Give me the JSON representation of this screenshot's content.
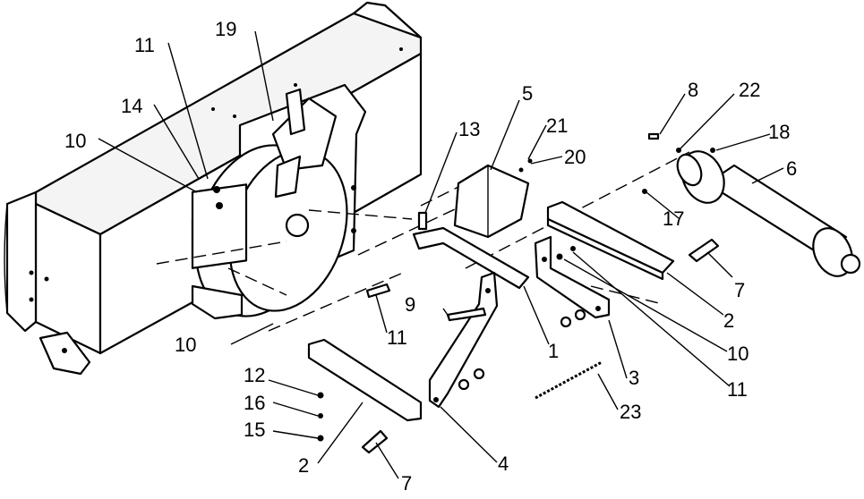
{
  "callouts": [
    {
      "id": "c1",
      "text": "1"
    },
    {
      "id": "c2a",
      "text": "2"
    },
    {
      "id": "c2b",
      "text": "2"
    },
    {
      "id": "c3",
      "text": "3"
    },
    {
      "id": "c4",
      "text": "4"
    },
    {
      "id": "c5",
      "text": "5"
    },
    {
      "id": "c6",
      "text": "6"
    },
    {
      "id": "c7a",
      "text": "7"
    },
    {
      "id": "c7b",
      "text": "7"
    },
    {
      "id": "c8",
      "text": "8"
    },
    {
      "id": "c9",
      "text": "9"
    },
    {
      "id": "c10a",
      "text": "10"
    },
    {
      "id": "c10b",
      "text": "10"
    },
    {
      "id": "c10c",
      "text": "10"
    },
    {
      "id": "c11a",
      "text": "11"
    },
    {
      "id": "c11b",
      "text": "11"
    },
    {
      "id": "c11c",
      "text": "11"
    },
    {
      "id": "c12",
      "text": "12"
    },
    {
      "id": "c13",
      "text": "13"
    },
    {
      "id": "c14",
      "text": "14"
    },
    {
      "id": "c15",
      "text": "15"
    },
    {
      "id": "c16",
      "text": "16"
    },
    {
      "id": "c17",
      "text": "17"
    },
    {
      "id": "c18",
      "text": "18"
    },
    {
      "id": "c19",
      "text": "19"
    },
    {
      "id": "c20",
      "text": "20"
    },
    {
      "id": "c21",
      "text": "21"
    },
    {
      "id": "c22",
      "text": "22"
    },
    {
      "id": "c23",
      "text": "23"
    }
  ]
}
